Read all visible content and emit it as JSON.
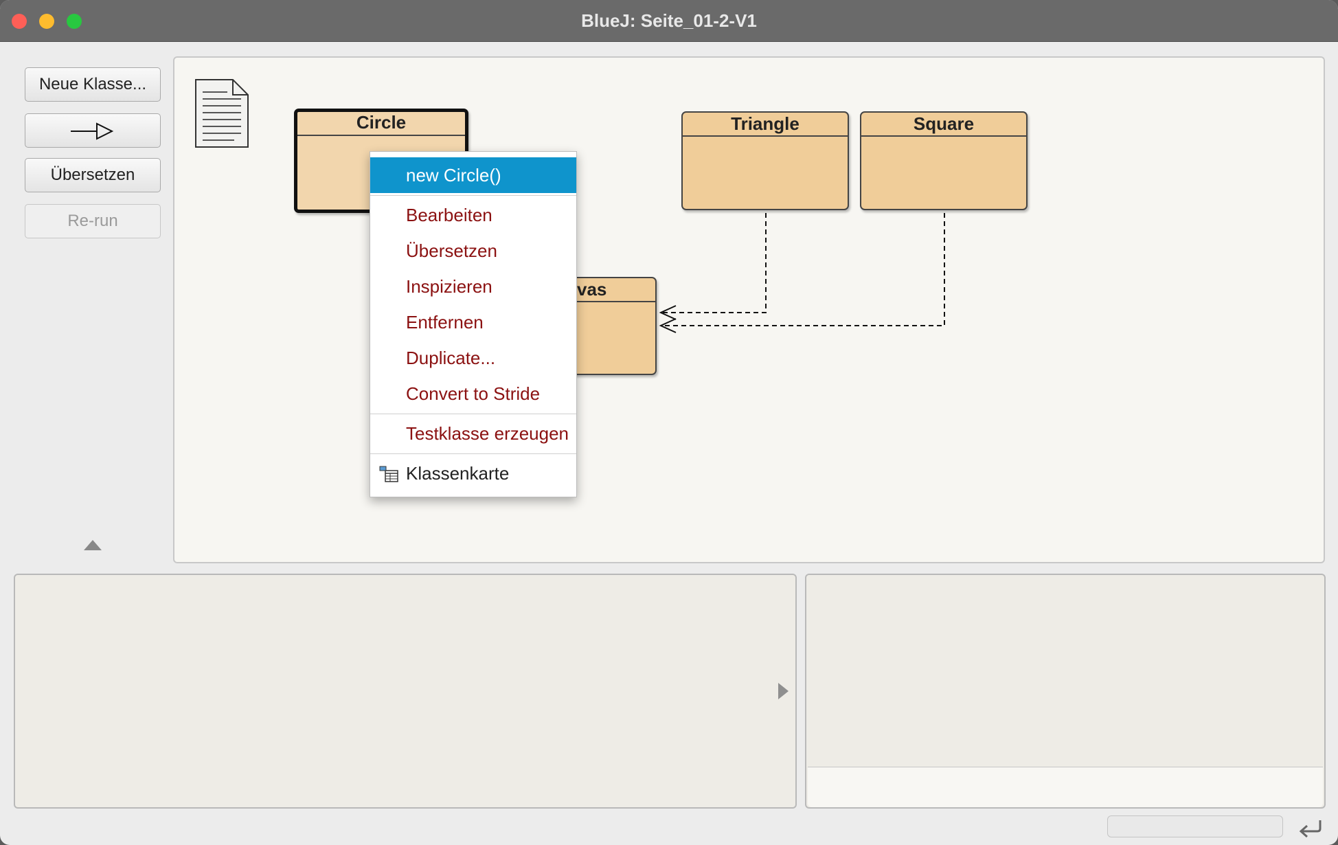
{
  "window": {
    "title": "BlueJ:  Seite_01-2-V1"
  },
  "toolbar": {
    "new_class_label": "Neue Klasse...",
    "compile_label": "Übersetzen",
    "rerun_label": "Re-run"
  },
  "classes": [
    {
      "name": "Circle",
      "selected": true
    },
    {
      "name": "Triangle"
    },
    {
      "name": "Square"
    },
    {
      "name": "vas"
    }
  ],
  "context_menu": {
    "items": [
      {
        "label": "new Circle()",
        "highlighted": true
      },
      {
        "label": "Bearbeiten"
      },
      {
        "label": "Übersetzen"
      },
      {
        "label": "Inspizieren"
      },
      {
        "label": "Entfernen"
      },
      {
        "label": "Duplicate..."
      },
      {
        "label": "Convert to Stride"
      },
      {
        "label": "Testklasse erzeugen"
      },
      {
        "label": "Klassenkarte",
        "icon": "class-card-icon"
      }
    ]
  },
  "colors": {
    "class_fill": "#f0cd99",
    "menu_highlight": "#0f94cc",
    "menu_text": "#8b1111",
    "titlebar": "#6a6a6a"
  }
}
